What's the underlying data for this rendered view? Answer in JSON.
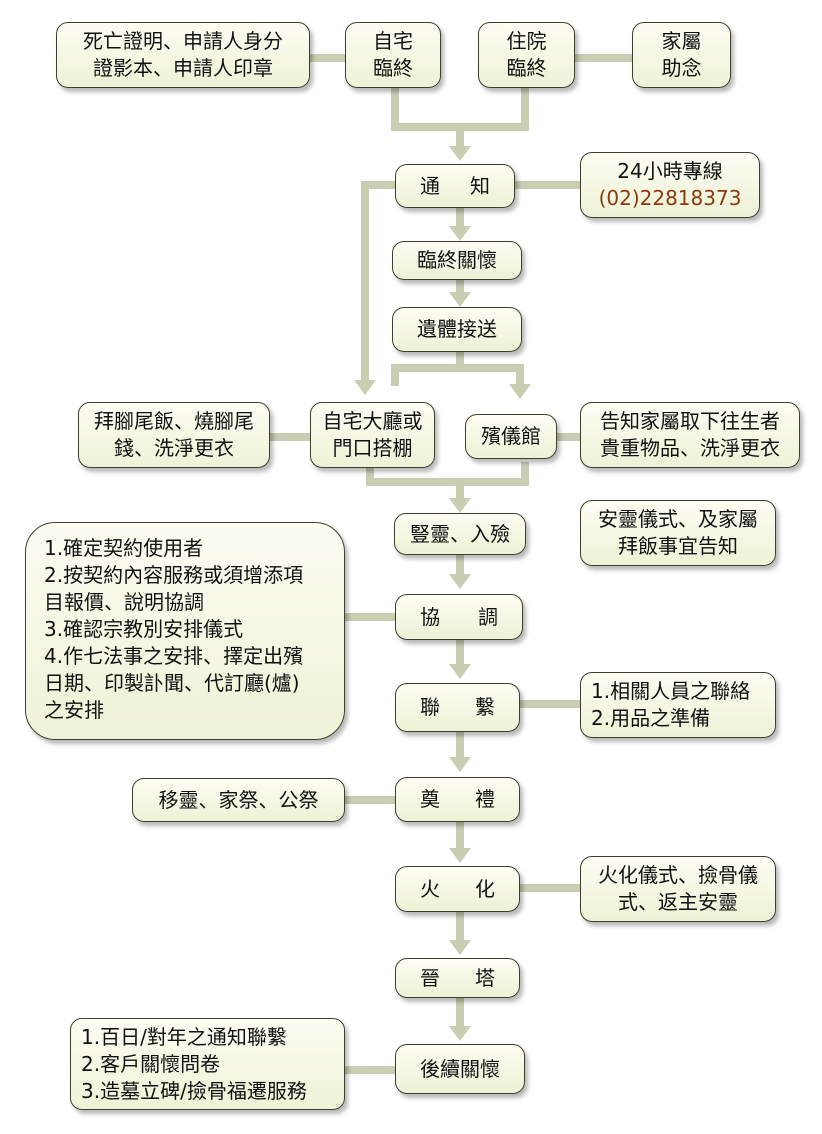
{
  "top": {
    "documents": [
      "死亡證明、申請人身分",
      "證影本、申請人印章"
    ],
    "home": [
      "自宅",
      "臨終"
    ],
    "hospital": [
      "住院",
      "臨終"
    ],
    "family": [
      "家屬",
      "助念"
    ]
  },
  "steps": {
    "notify": [
      "通",
      "知"
    ],
    "care": "臨終關懷",
    "transfer": "遺體接送",
    "home_hall": [
      "自宅大廳或",
      "門口搭棚"
    ],
    "funeral_home": "殯儀館",
    "setup": "豎靈、入殮",
    "coordinate": [
      "協",
      "調"
    ],
    "contact": [
      "聯",
      "繫"
    ],
    "ceremony": [
      "奠",
      "禮"
    ],
    "cremation": [
      "火",
      "化"
    ],
    "tower": [
      "晉",
      "塔"
    ],
    "followup": "後續關懷"
  },
  "notes": {
    "hotline": [
      "24小時專線",
      "(02)22818373"
    ],
    "home_note": [
      "拜腳尾飯、燒腳尾",
      "錢、洗淨更衣"
    ],
    "hall_note": [
      "告知家屬取下往生者",
      "貴重物品、洗淨更衣"
    ],
    "ritual_note": [
      "安靈儀式、及家屬",
      "拜飯事宜告知"
    ],
    "coordinate_note": [
      "1.確定契約使用者",
      "2.按契約內容服務或須增添項",
      "目報價、說明協調",
      "3.確認宗教別安排儀式",
      "4.作七法事之安排、擇定出殯",
      "日期、印製訃聞、代訂廳(爐)",
      "之安排"
    ],
    "contact_note": [
      "1.相關人員之聯絡",
      "2.用品之準備"
    ],
    "ceremony_note": "移靈、家祭、公祭",
    "cremation_note": [
      "火化儀式、撿骨儀",
      "式、返主安靈"
    ],
    "followup_note": [
      "1.百日/對年之通知聯繫",
      "2.客戶關懷問卷",
      "3.造墓立碑/撿骨福遷服務"
    ]
  },
  "colors": {
    "line": "#c9cdb2",
    "border": "#3f3f2e",
    "hotline_number": "#8a3a10"
  }
}
